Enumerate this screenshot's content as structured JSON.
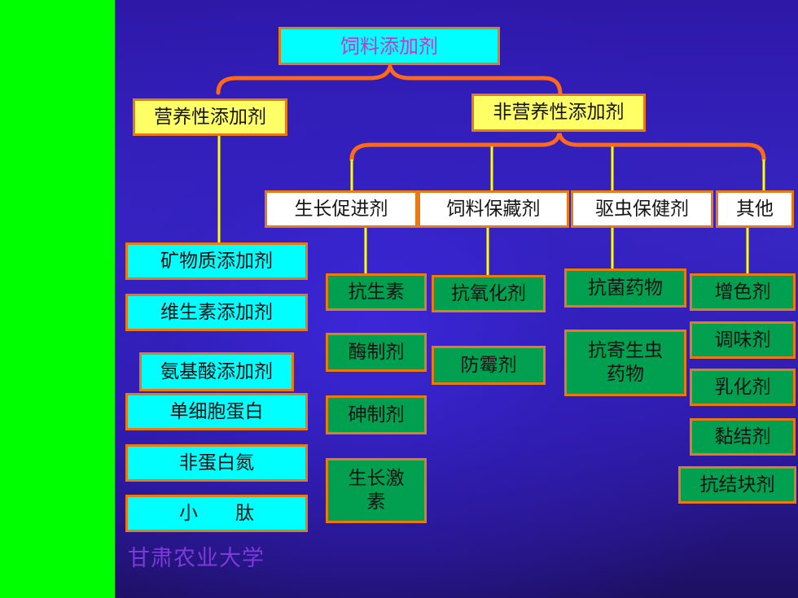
{
  "diagram": {
    "root": "饲料添加剂",
    "nutritional": {
      "label": "营养性添加剂",
      "children": [
        "矿物质添加剂",
        "维生素添加剂",
        "氨基酸添加剂",
        "单细胞蛋白",
        "非蛋白氮",
        "小　　肽"
      ]
    },
    "non_nutritional": {
      "label": "非营养性添加剂",
      "groups": [
        {
          "label": "生长促进剂",
          "children": [
            "抗生素",
            "酶制剂",
            "砷制剂",
            "生长激\n素"
          ]
        },
        {
          "label": "饲料保藏剂",
          "children": [
            "抗氧化剂",
            "防霉剂"
          ]
        },
        {
          "label": "驱虫保健剂",
          "children": [
            "抗菌药物",
            "抗寄生虫\n药物"
          ]
        },
        {
          "label": "其他",
          "children": [
            "增色剂",
            "调味剂",
            "乳化剂",
            "黏结剂",
            "抗结块剂"
          ]
        }
      ]
    }
  },
  "watermark": "甘肃农业大学",
  "colors": {
    "left_band": "#00ff00",
    "background": "#3320b8",
    "root_fill": "#00ffff",
    "root_text": "#cc33cc",
    "category_fill": "#ffff66",
    "cyan_fill": "#00ffff",
    "green_fill": "#00a050",
    "white_fill": "#ffffff",
    "border": "#e87a16",
    "brace": "#ff6a1a",
    "connector": "#ffff00",
    "watermark": "#7c3bd6"
  }
}
